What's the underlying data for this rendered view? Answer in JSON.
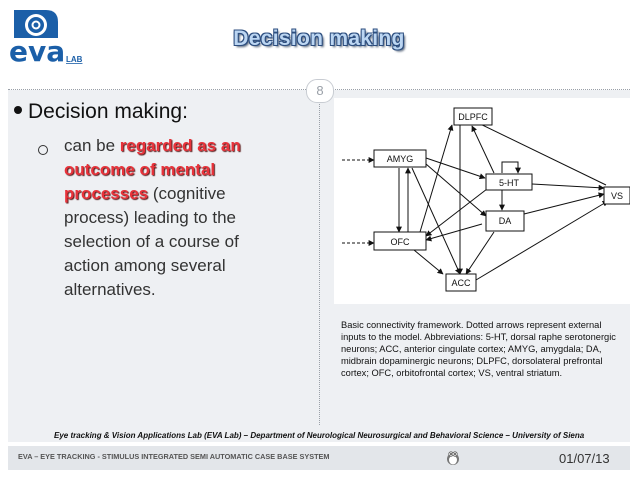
{
  "slide": {
    "title": "Decision making",
    "page_number": "8",
    "logo_text": "eva",
    "logo_sub": "LAB"
  },
  "content": {
    "bullet": "Decision making:",
    "sub_prefix": "can be ",
    "sub_highlight_1": "regarded as an",
    "sub_highlight_2": "outcome of mental",
    "sub_highlight_3": "processes",
    "sub_line_3_rest": " (cognitive",
    "sub_line_4": "process) leading to the",
    "sub_line_5": "selection of a course of",
    "sub_line_6": "action among several",
    "sub_line_7": "alternatives."
  },
  "diagram": {
    "nodes": [
      {
        "id": "dlpfc",
        "label": "DLPFC"
      },
      {
        "id": "amyg",
        "label": "AMYG"
      },
      {
        "id": "ht",
        "label": "5-HT"
      },
      {
        "id": "vs",
        "label": "VS"
      },
      {
        "id": "da",
        "label": "DA"
      },
      {
        "id": "ofc",
        "label": "OFC"
      },
      {
        "id": "acc",
        "label": "ACC"
      }
    ],
    "caption": "Basic connectivity framework. Dotted arrows represent external inputs to the model. Abbreviations: 5-HT, dorsal raphe serotonergic neurons; ACC, anterior cingulate cortex; AMYG, amygdala; DA, midbrain dopaminergic neurons; DLPFC, dorsolateral prefrontal cortex; OFC, orbitofrontal cortex; VS, ventral striatum."
  },
  "footer": {
    "credit": "Eye tracking & Vision Applications Lab (EVA Lab) – Department of Neurological Neurosurgical and Behavioral Science – University of Siena",
    "system_name": "EVA – EYE TRACKING - STIMULUS INTEGRATED SEMI AUTOMATIC CASE BASE SYSTEM",
    "date": "01/07/13"
  }
}
